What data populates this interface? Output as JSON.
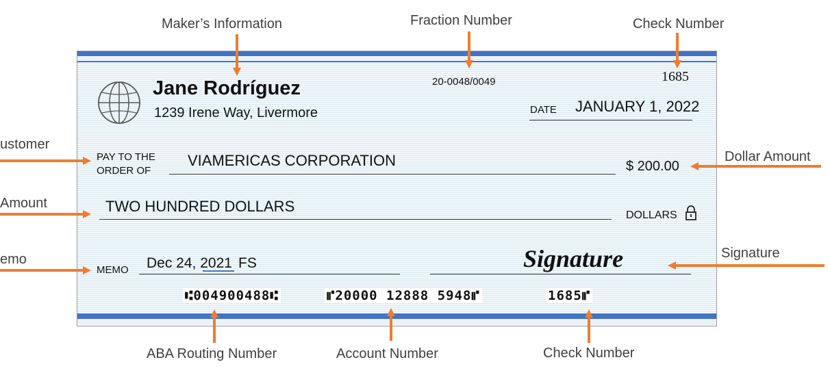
{
  "callouts": {
    "makers_information": "Maker’s Information",
    "fraction_number": "Fraction Number",
    "check_number_top": "Check Number",
    "customer": "ustomer",
    "dollar_amount": "Dollar Amount",
    "written_amount": "Amount",
    "memo": "emo",
    "signature": "Signature",
    "aba_routing_number": "ABA Routing Number",
    "account_number": "Account Number",
    "check_number_bottom": "Check Number"
  },
  "check": {
    "maker_name": "Jane Rodríguez",
    "maker_address": "1239 Irene Way, Livermore",
    "fraction_number": "20-0048/0049",
    "check_number": "1685",
    "date_label": "DATE",
    "date_value": "JANUARY 1, 2022",
    "pay_to_label_1": "PAY TO THE",
    "pay_to_label_2": "ORDER OF",
    "payee": "VIAMERICAS CORPORATION",
    "amount_numeric": "$ 200.00",
    "amount_words": "TWO HUNDRED DOLLARS",
    "dollars_label": "DOLLARS",
    "memo_label": "MEMO",
    "memo_value_date": "Dec 24, 2021",
    "memo_value_initials": "FS",
    "signature_text": "Signature",
    "micr_routing": "⑆004900488⑆",
    "micr_account": "⑈20000 12888 5948⑈",
    "micr_check": "1685⑈"
  },
  "colors": {
    "band": "#4472c4",
    "arrow": "#ed7d31",
    "callout_text": "#404040"
  },
  "icons": [
    "globe-icon",
    "lock-icon"
  ]
}
